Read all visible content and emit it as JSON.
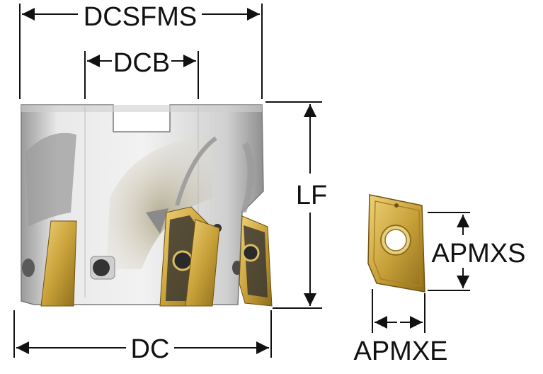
{
  "labels": {
    "dcsfms": "DCSFMS",
    "dcb": "DCB",
    "lf": "LF",
    "dc": "DC",
    "apmxs": "APMXS",
    "apmxe": "APMXE"
  },
  "colors": {
    "dimension_line": "#111111",
    "tool_body": "#d6d6d6",
    "insert_gold": "#c9a23a",
    "insert_dark": "#3a3a3a"
  }
}
